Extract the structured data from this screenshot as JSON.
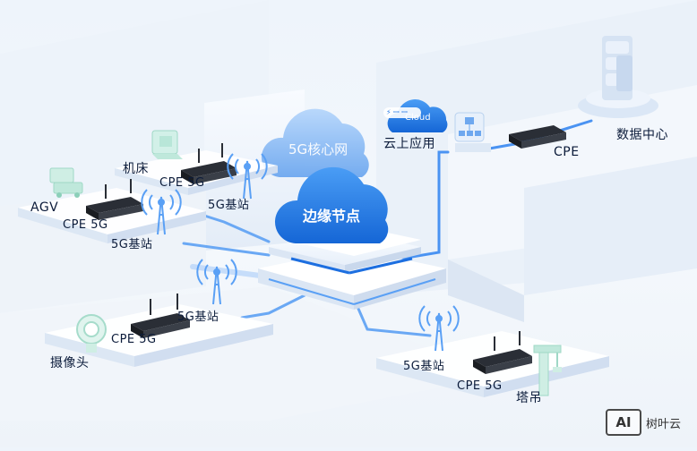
{
  "core_network": {
    "label": "5G核心网"
  },
  "edge_node": {
    "label": "边缘节点"
  },
  "cloud_app": {
    "badge": "⚡ ꟷ ꟷ",
    "cloud_text": "Cloud",
    "label": "云上应用"
  },
  "datacenter": {
    "cpe_label": "CPE",
    "label": "数据中心"
  },
  "group_machine_tool": {
    "machine": "机床",
    "cpe": "CPE 5G",
    "station": "5G基站"
  },
  "group_agv": {
    "machine": "AGV",
    "cpe": "CPE 5G",
    "station": "5G基站"
  },
  "group_camera": {
    "station": "5G基站",
    "cpe": "CPE 5G",
    "machine": "摄像头"
  },
  "group_crane": {
    "station": "5G基站",
    "cpe": "CPE 5G",
    "machine": "塔吊"
  },
  "watermark": {
    "logo": "AI",
    "text": "树叶云"
  },
  "colors": {
    "accent_blue": "#2f7fe6",
    "link_line": "#5aa0f5",
    "cloud_dark": "#1f7ae0",
    "cloud_light": "#7fb6f2"
  }
}
